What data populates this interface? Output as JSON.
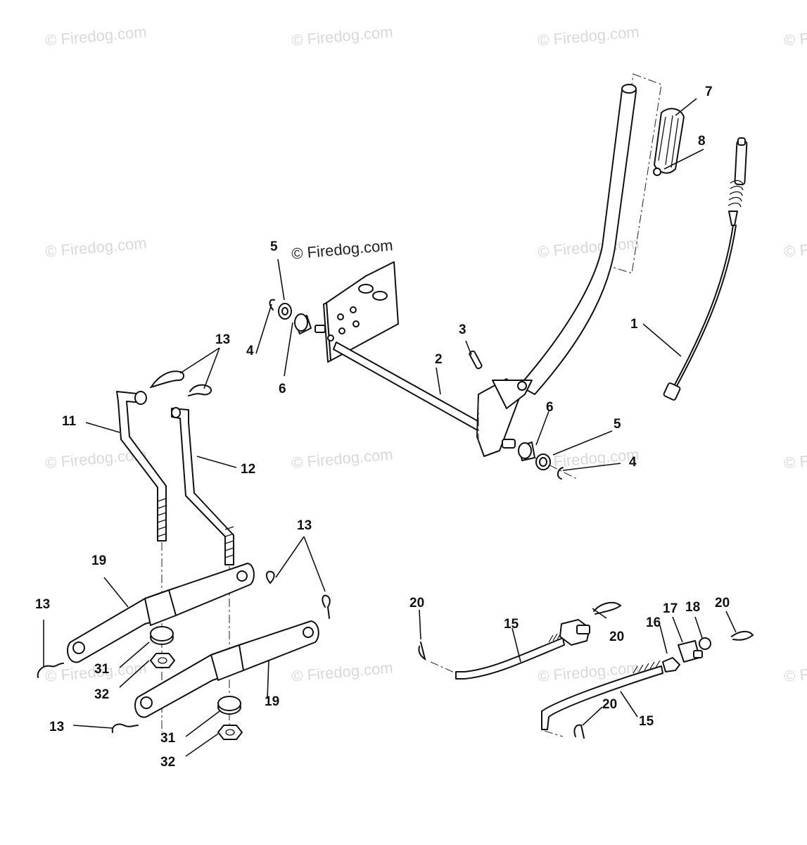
{
  "watermark": {
    "text": "© Firedog.com",
    "prominent": "© Firedog.com"
  },
  "callouts": {
    "c1": "1",
    "c2": "2",
    "c3": "3",
    "c4a": "4",
    "c4b": "4",
    "c5a": "5",
    "c5b": "5",
    "c6a": "6",
    "c6b": "6",
    "c7": "7",
    "c8": "8",
    "c11": "11",
    "c12": "12",
    "c13a": "13",
    "c13b": "13",
    "c13c": "13",
    "c13d": "13",
    "c15a": "15",
    "c15b": "15",
    "c16": "16",
    "c17": "17",
    "c18": "18",
    "c19a": "19",
    "c19b": "19",
    "c20a": "20",
    "c20b": "20",
    "c20c": "20",
    "c20d": "20",
    "c31a": "31",
    "c31b": "31",
    "c32a": "32",
    "c32b": "32"
  }
}
